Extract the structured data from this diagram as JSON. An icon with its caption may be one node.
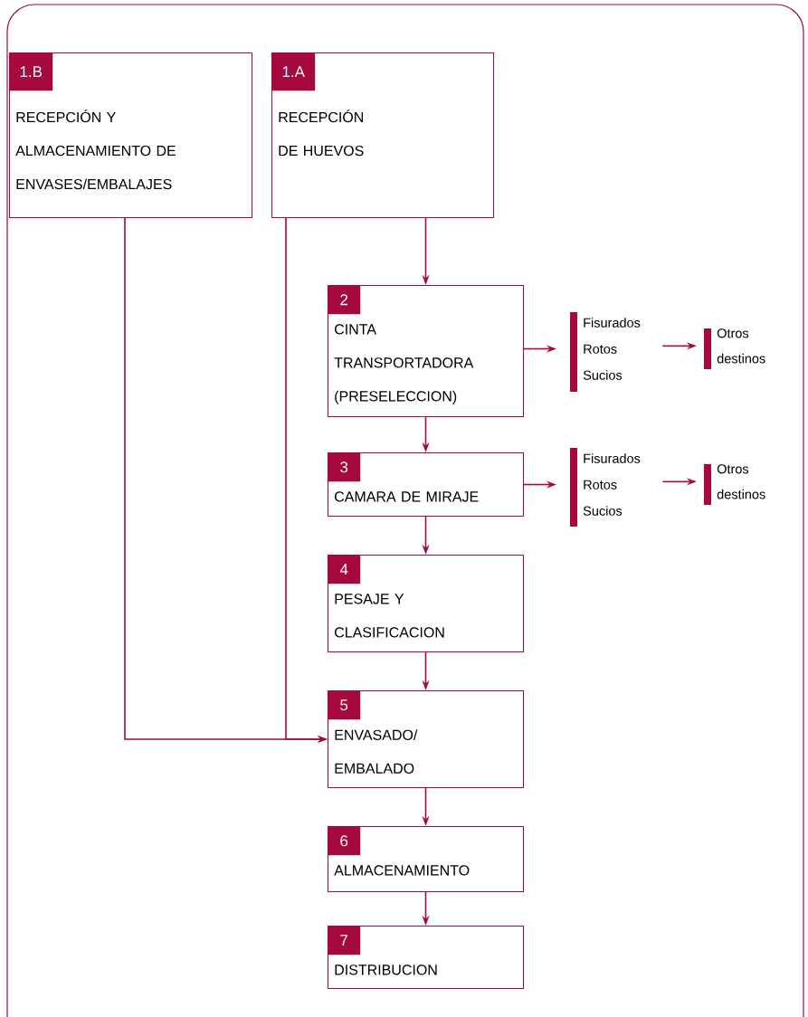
{
  "diagram": {
    "nodes": [
      {
        "text": [
          "1.B",
          "RECEPCIÓN Y ALMACENAMIENTO DE ENVASES/EMBALAJES"
        ]
      },
      {
        "text": [
          "1.A",
          "RECEPCIÓN DE HUEVOS"
        ]
      },
      {
        "text": [
          "2",
          "CINTA TRANSPORTADORA (PRESELECCION)"
        ]
      },
      {
        "text": [
          "Fisurados Rotos Sucios"
        ]
      },
      {
        "text": [
          "Otros destinos"
        ]
      },
      {
        "text": [
          "3",
          "CAMARA DE MIRAJE"
        ]
      },
      {
        "text": [
          "Fisurados Rotos Sucios"
        ]
      },
      {
        "text": [
          "Otros destinos"
        ]
      },
      {
        "text": [
          "4",
          "PESAJE Y CLASIFICACION"
        ]
      },
      {
        "text": [
          "5",
          "ENVASADO/ EMBALADO"
        ]
      },
      {
        "text": [
          "6",
          "ALMACENAMIENTO"
        ]
      },
      {
        "text": [
          "7",
          "DISTRIBUCION"
        ]
      }
    ],
    "edges": [
      {
        "from": 1,
        "to": 2,
        "arrow": "to"
      },
      {
        "from": 2,
        "to": 3,
        "arrow": "to"
      },
      {
        "from": 3,
        "to": 4,
        "arrow": "to"
      },
      {
        "from": 2,
        "to": 5,
        "arrow": "to"
      },
      {
        "from": 5,
        "to": 6,
        "arrow": "to"
      },
      {
        "from": 6,
        "to": 7,
        "arrow": "to"
      },
      {
        "from": 5,
        "to": 8,
        "arrow": "to"
      },
      {
        "from": 8,
        "to": 9,
        "arrow": "to"
      },
      {
        "from": 9,
        "to": 10,
        "arrow": "to"
      },
      {
        "from": 10,
        "to": 11,
        "arrow": "to"
      },
      {
        "from": 0,
        "to": 9,
        "arrow": "to"
      },
      {
        "from": 1,
        "to": 9,
        "arrow": "to"
      }
    ]
  }
}
